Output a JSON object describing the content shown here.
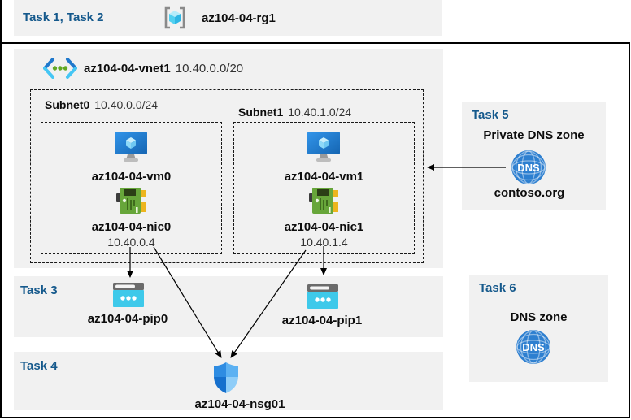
{
  "header": {
    "task_label": "Task 1, Task 2",
    "rg_name": "az104-04-rg1"
  },
  "vnet": {
    "name": "az104-04-vnet1",
    "cidr": "10.40.0.0/20",
    "subnets": [
      {
        "name": "Subnet0",
        "cidr": "10.40.0.0/24",
        "vm": "az104-04-vm0",
        "nic": "az104-04-nic0",
        "ip": "10.40.0.4"
      },
      {
        "name": "Subnet1",
        "cidr": "10.40.1.0/24",
        "vm": "az104-04-vm1",
        "nic": "az104-04-nic1",
        "ip": "10.40.1.4"
      }
    ]
  },
  "task3": {
    "label": "Task 3",
    "pip0_name": "az104-04-pip0",
    "pip1_name": "az104-04-pip1"
  },
  "task4": {
    "label": "Task 4",
    "nsg_name": "az104-04-nsg01"
  },
  "task5": {
    "label": "Task 5",
    "title": "Private DNS zone",
    "zone_name": "contoso.org",
    "icon_text": "DNS"
  },
  "task6": {
    "label": "Task 6",
    "title": "DNS zone",
    "icon_text": "DNS"
  },
  "colors": {
    "task_label_blue": "#15598c",
    "panel_gray": "#f1f1f1",
    "border_black": "#000000",
    "vm_blue": "#1f7fd0",
    "nic_green": "#67a63a",
    "nic_yellow": "#edb51e",
    "pip_cyan": "#3ec9ea",
    "nsg_shield_blues": [
      "#2e8ce2",
      "#5cb1f2",
      "#1670cd",
      "#8fcdf8"
    ],
    "dns_blue": "#2d7fd0",
    "vnet_dot_green": "#62a822",
    "rg_cube_cyan": "#51d0f0"
  }
}
